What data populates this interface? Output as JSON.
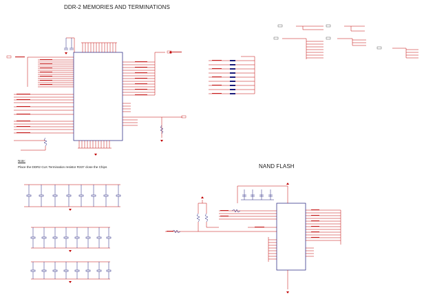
{
  "sheet": {
    "title_ddr": "DDR-2 MEMORIES AND TERMINATIONS",
    "title_nand": "NAND FLASH",
    "note_label": "Note:",
    "note_text": "Place the DDR2 CLK Termination resistor R337 close the Chips"
  },
  "colors": {
    "wire": "#c00000",
    "component": "#1a1a7a",
    "net": "#c00000",
    "text": "#222222"
  }
}
